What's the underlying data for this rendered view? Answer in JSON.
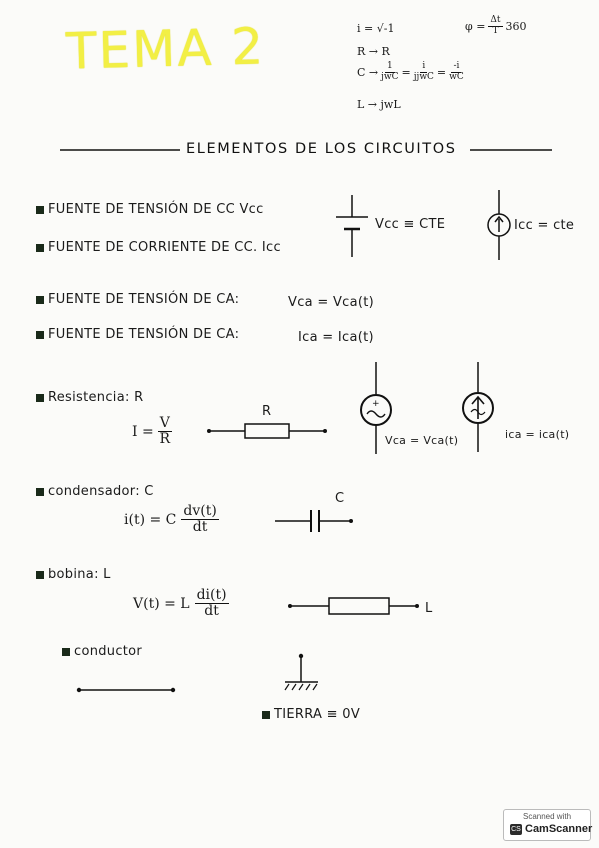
{
  "title": "TEMA 2",
  "header_notes": {
    "line1": "i = √-1",
    "phi_lhs": "φ =",
    "phi_num": "Δt",
    "phi_den": "T",
    "phi_rhs": "360",
    "line2": "R → R",
    "line3_lhs": "C →",
    "line3_f1_num": "1",
    "line3_f1_den": "jwC",
    "line3_f2_num": "i",
    "line3_f2_den": "jjwC",
    "line3_f3_num": "-i",
    "line3_f3_den": "wC",
    "line4": "L → jwL"
  },
  "section_title": "ELEMENTOS DE LOS CIRCUITOS",
  "items": {
    "fuente_cc_tension": "FUENTE DE TENSIÓN DE CC  Vcc",
    "fuente_cc_corriente": "FUENTE DE CORRIENTE DE CC.  Icc",
    "vcc_label": "Vcc ≡ CTE",
    "icc_label": "Icc = cte",
    "fuente_ca_tension": "FUENTE DE TENSIÓN DE CA:",
    "fuente_ca_tension_eq": "Vca = Vca(t)",
    "fuente_ca_tension2": "FUENTE DE TENSIÓN DE CA:",
    "fuente_ca_tension2_eq": "Ica = Ica(t)",
    "resistencia": "Resistencia: R",
    "res_eq_lhs": "I =",
    "res_eq_num": "V",
    "res_eq_den": "R",
    "res_symbol_label": "R",
    "vca_label": "Vca = Vca(t)",
    "ica_label": "ica = ica(t)",
    "condensador": "condensador: C",
    "cond_eq_lhs": "i(t) = C",
    "cond_eq_num": "dv(t)",
    "cond_eq_den": "dt",
    "cond_symbol_label": "C",
    "bobina": "bobina: L",
    "bob_eq_lhs": "V(t) = L",
    "bob_eq_num": "di(t)",
    "bob_eq_den": "dt",
    "bob_symbol_label": "L",
    "conductor": "conductor",
    "tierra": "TIERRA ≡ 0V"
  },
  "scanner": {
    "line1": "Scanned with",
    "logo": "CS",
    "line2": "CamScanner"
  }
}
